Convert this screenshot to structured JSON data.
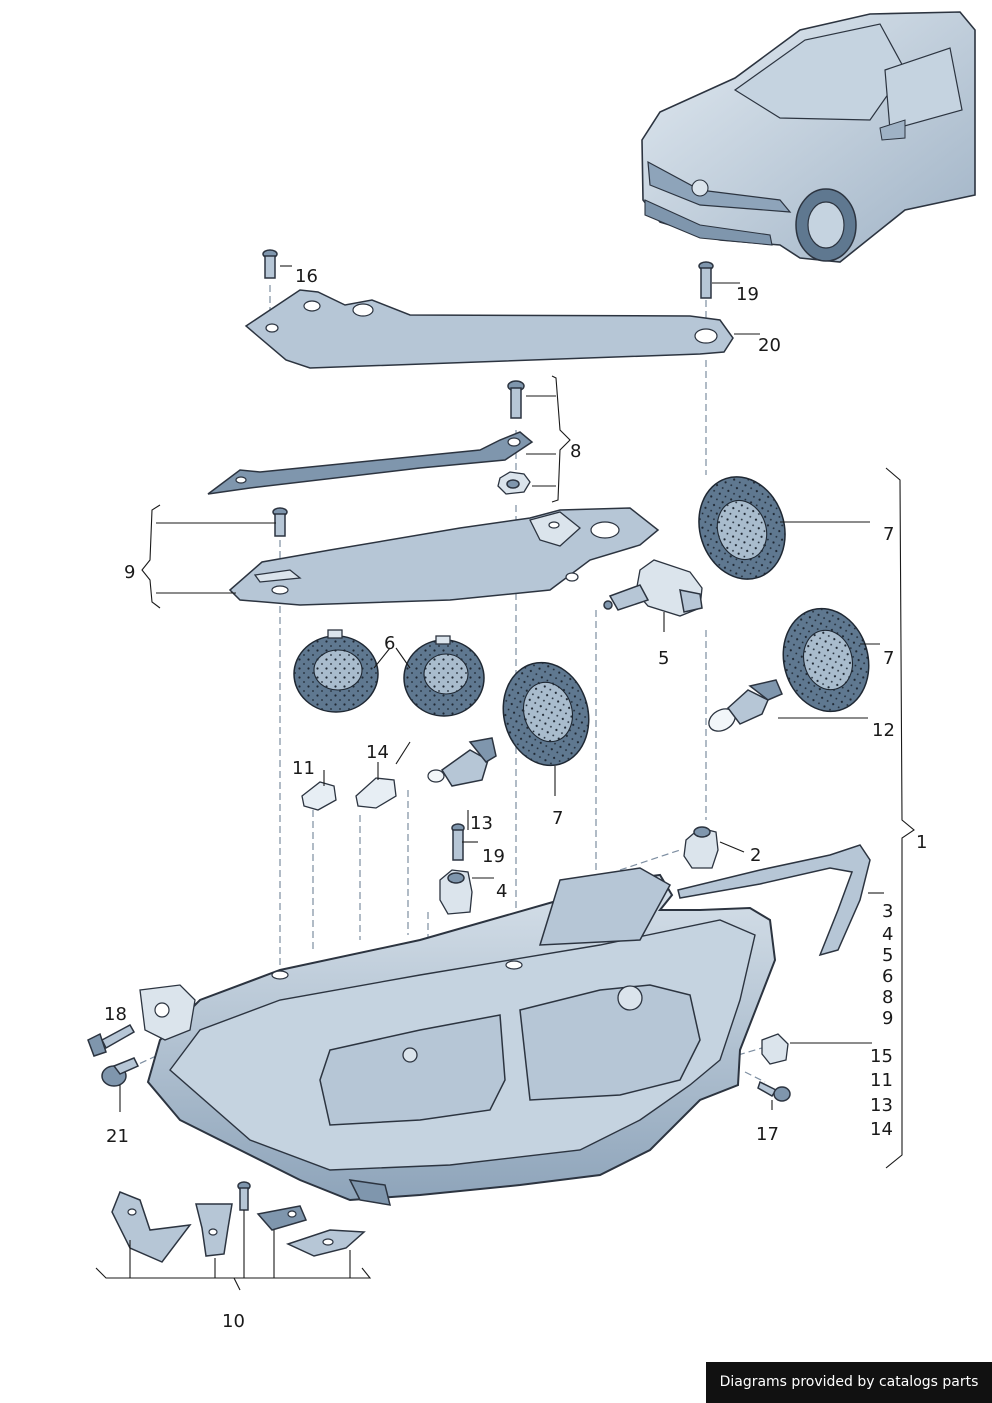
{
  "callouts": {
    "c1": "1",
    "c2": "2",
    "c3": "3",
    "c4": "4",
    "c4b": "4",
    "c5": "5",
    "c5b": "5",
    "c6": "6",
    "c6b": "6",
    "c7a": "7",
    "c7b": "7",
    "c7c": "7",
    "c8": "8",
    "c8b": "8",
    "c9": "9",
    "c9b": "9",
    "c10": "10",
    "c11": "11",
    "c11b": "11",
    "c12": "12",
    "c13": "13",
    "c13b": "13",
    "c14": "14",
    "c14b": "14",
    "c15": "15",
    "c16": "16",
    "c17": "17",
    "c18": "18",
    "c19a": "19",
    "c19b": "19",
    "c20": "20",
    "c21": "21"
  },
  "footer": {
    "credit": "Diagrams provided by catalogs parts"
  }
}
